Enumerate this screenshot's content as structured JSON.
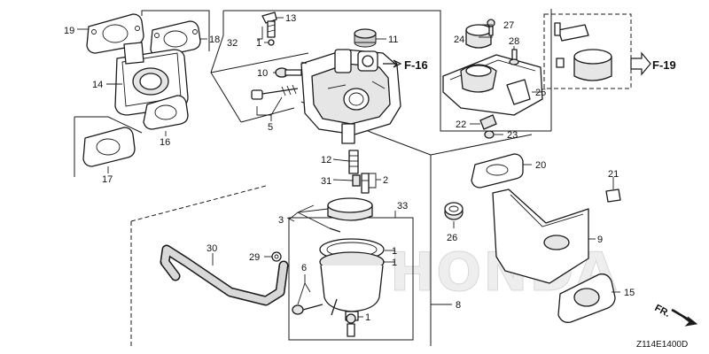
{
  "watermark": "HONDA",
  "diagram_code": "Z114E1400D",
  "front_indicator": "FR.",
  "references": {
    "f16": "F-16",
    "f19": "F-19"
  },
  "callouts": {
    "n1a": "1",
    "n1b": "1",
    "n1c": "1",
    "n1d": "1",
    "n2": "2",
    "n3": "3",
    "n5": "5",
    "n6": "6",
    "n8": "8",
    "n9": "9",
    "n10": "10",
    "n11": "11",
    "n12": "12",
    "n13": "13",
    "n14": "14",
    "n15": "15",
    "n16": "16",
    "n17": "17",
    "n18": "18",
    "n19": "19",
    "n20": "20",
    "n21": "21",
    "n22": "22",
    "n23": "23",
    "n24": "24",
    "n25": "25",
    "n26": "26",
    "n27": "27",
    "n28": "28",
    "n29": "29",
    "n30": "30",
    "n31": "31",
    "n32": "32",
    "n33": "33"
  }
}
